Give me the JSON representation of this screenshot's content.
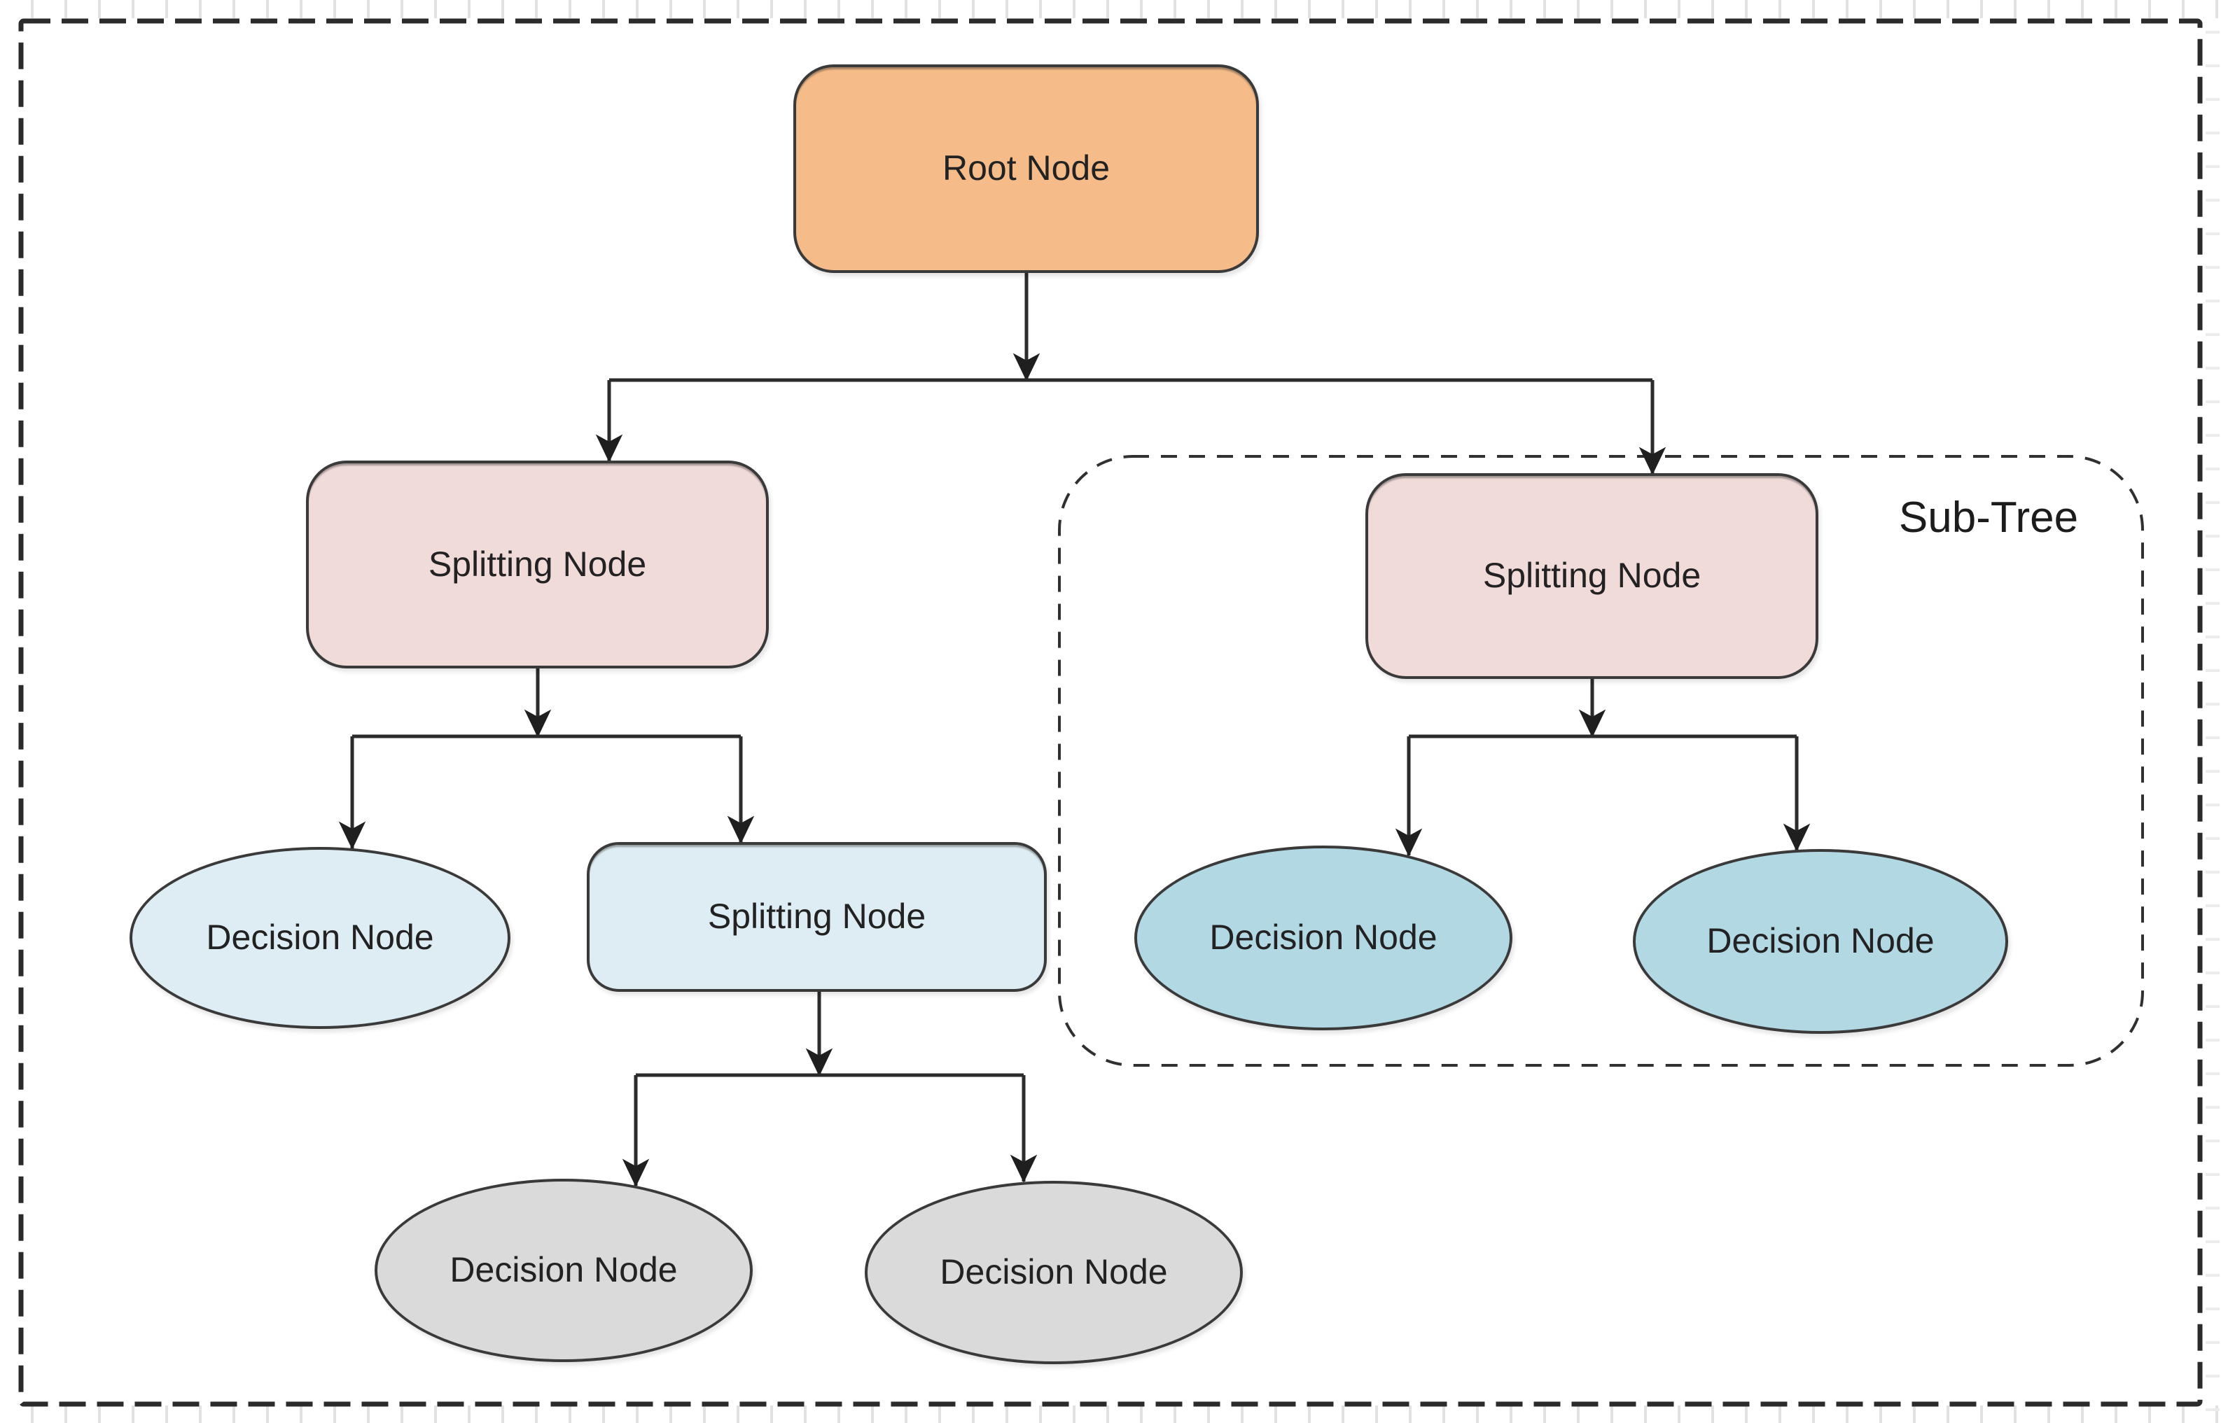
{
  "diagram": {
    "nodes": {
      "root": {
        "label": "Root Node",
        "fill": "#F5BB88"
      },
      "splitting_left": {
        "label": "Splitting Node",
        "fill": "#F1DBD8"
      },
      "splitting_right": {
        "label": "Splitting Node",
        "fill": "#F1DBD8"
      },
      "decision_left": {
        "label": "Decision Node",
        "fill": "#DEEDF3"
      },
      "splitting_mid": {
        "label": "Splitting Node",
        "fill": "#DEEDF3"
      },
      "decision_gray_left": {
        "label": "Decision Node",
        "fill": "#DADADA"
      },
      "decision_gray_right": {
        "label": "Decision Node",
        "fill": "#DADADA"
      },
      "decision_sub_left": {
        "label": "Decision Node",
        "fill": "#B2D8E4"
      },
      "decision_sub_right": {
        "label": "Decision Node",
        "fill": "#B2D8E4"
      }
    },
    "subtree": {
      "label": "Sub-Tree"
    },
    "colors": {
      "connector": "#2B2B2B",
      "node_border": "#3A3A3A",
      "outer_border": "#2B2B2B",
      "background": "#FFFFFF"
    }
  }
}
